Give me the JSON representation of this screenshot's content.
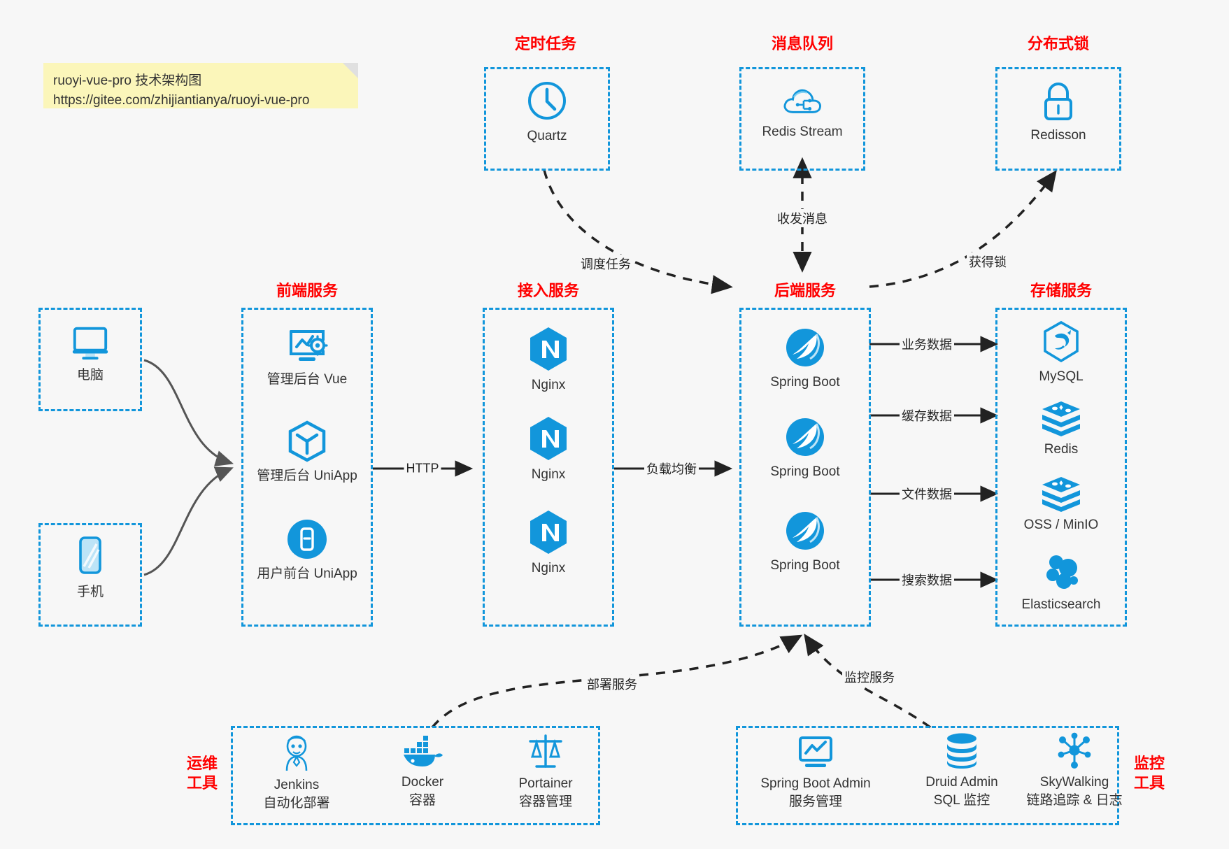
{
  "note": {
    "line1": "ruoyi-vue-pro 技术架构图",
    "line2": "https://gitee.com/zhijiantianya/ruoyi-vue-pro"
  },
  "groups": {
    "scheduled_task": {
      "title": "定时任务"
    },
    "message_queue": {
      "title": "消息队列"
    },
    "distributed_lock": {
      "title": "分布式锁"
    },
    "frontend": {
      "title": "前端服务"
    },
    "gateway": {
      "title": "接入服务"
    },
    "backend": {
      "title": "后端服务"
    },
    "storage": {
      "title": "存储服务"
    },
    "devops": {
      "title": "运维\n工具",
      "line1": "运维",
      "line2": "工具"
    },
    "monitor": {
      "title": "监控\n工具",
      "line1": "监控",
      "line2": "工具"
    }
  },
  "nodes": {
    "quartz": {
      "label": "Quartz",
      "icon": "clock-icon"
    },
    "redis_stream": {
      "label": "Redis Stream",
      "icon": "cloud-stream-icon"
    },
    "redisson": {
      "label": "Redisson",
      "icon": "lock-icon"
    },
    "pc": {
      "label": "电脑",
      "icon": "monitor-icon"
    },
    "phone": {
      "label": "手机",
      "icon": "phone-icon"
    },
    "admin_vue": {
      "label": "管理后台 Vue",
      "icon": "dashboard-gear-icon"
    },
    "admin_uniapp": {
      "label": "管理后台 UniApp",
      "icon": "uniapp-cube-icon"
    },
    "user_uniapp": {
      "label": "用户前台 UniApp",
      "icon": "mobile-app-icon"
    },
    "nginx1": {
      "label": "Nginx",
      "icon": "nginx-icon"
    },
    "nginx2": {
      "label": "Nginx",
      "icon": "nginx-icon"
    },
    "nginx3": {
      "label": "Nginx",
      "icon": "nginx-icon"
    },
    "springboot1": {
      "label": "Spring Boot",
      "icon": "spring-leaf-icon"
    },
    "springboot2": {
      "label": "Spring Boot",
      "icon": "spring-leaf-icon"
    },
    "springboot3": {
      "label": "Spring Boot",
      "icon": "spring-leaf-icon"
    },
    "mysql": {
      "label": "MySQL",
      "icon": "mysql-dolphin-icon"
    },
    "redis": {
      "label": "Redis",
      "icon": "redis-stack-icon"
    },
    "oss": {
      "label": "OSS / MinIO",
      "icon": "object-storage-icon"
    },
    "elasticsearch": {
      "label": "Elasticsearch",
      "icon": "elasticsearch-icon"
    },
    "jenkins": {
      "label": "Jenkins",
      "sublabel": "自动化部署",
      "icon": "jenkins-butler-icon"
    },
    "docker": {
      "label": "Docker",
      "sublabel": "容器",
      "icon": "docker-whale-icon"
    },
    "portainer": {
      "label": "Portainer",
      "sublabel": "容器管理",
      "icon": "portainer-scale-icon"
    },
    "sba": {
      "label": "Spring Boot Admin",
      "sublabel": "服务管理",
      "icon": "monitor-chart-icon"
    },
    "druid": {
      "label": "Druid Admin",
      "sublabel": "SQL 监控",
      "icon": "database-icon"
    },
    "skywalking": {
      "label": "SkyWalking",
      "sublabel": "链路追踪 & 日志",
      "icon": "skywalking-node-icon"
    }
  },
  "edges": {
    "http": "HTTP",
    "load_balance": "负载均衡",
    "schedule_task": "调度任务",
    "send_receive_message": "收发消息",
    "acquire_lock": "获得锁",
    "business_data": "业务数据",
    "cache_data": "缓存数据",
    "file_data": "文件数据",
    "search_data": "搜索数据",
    "deploy_service": "部署服务",
    "monitor_service": "监控服务"
  },
  "colors": {
    "accent_blue": "#1296db",
    "title_red": "#ff0000",
    "background": "#f7f7f7",
    "note_yellow": "#fbf6ba",
    "wire_gray": "#555555",
    "wire_dark": "#222222"
  }
}
